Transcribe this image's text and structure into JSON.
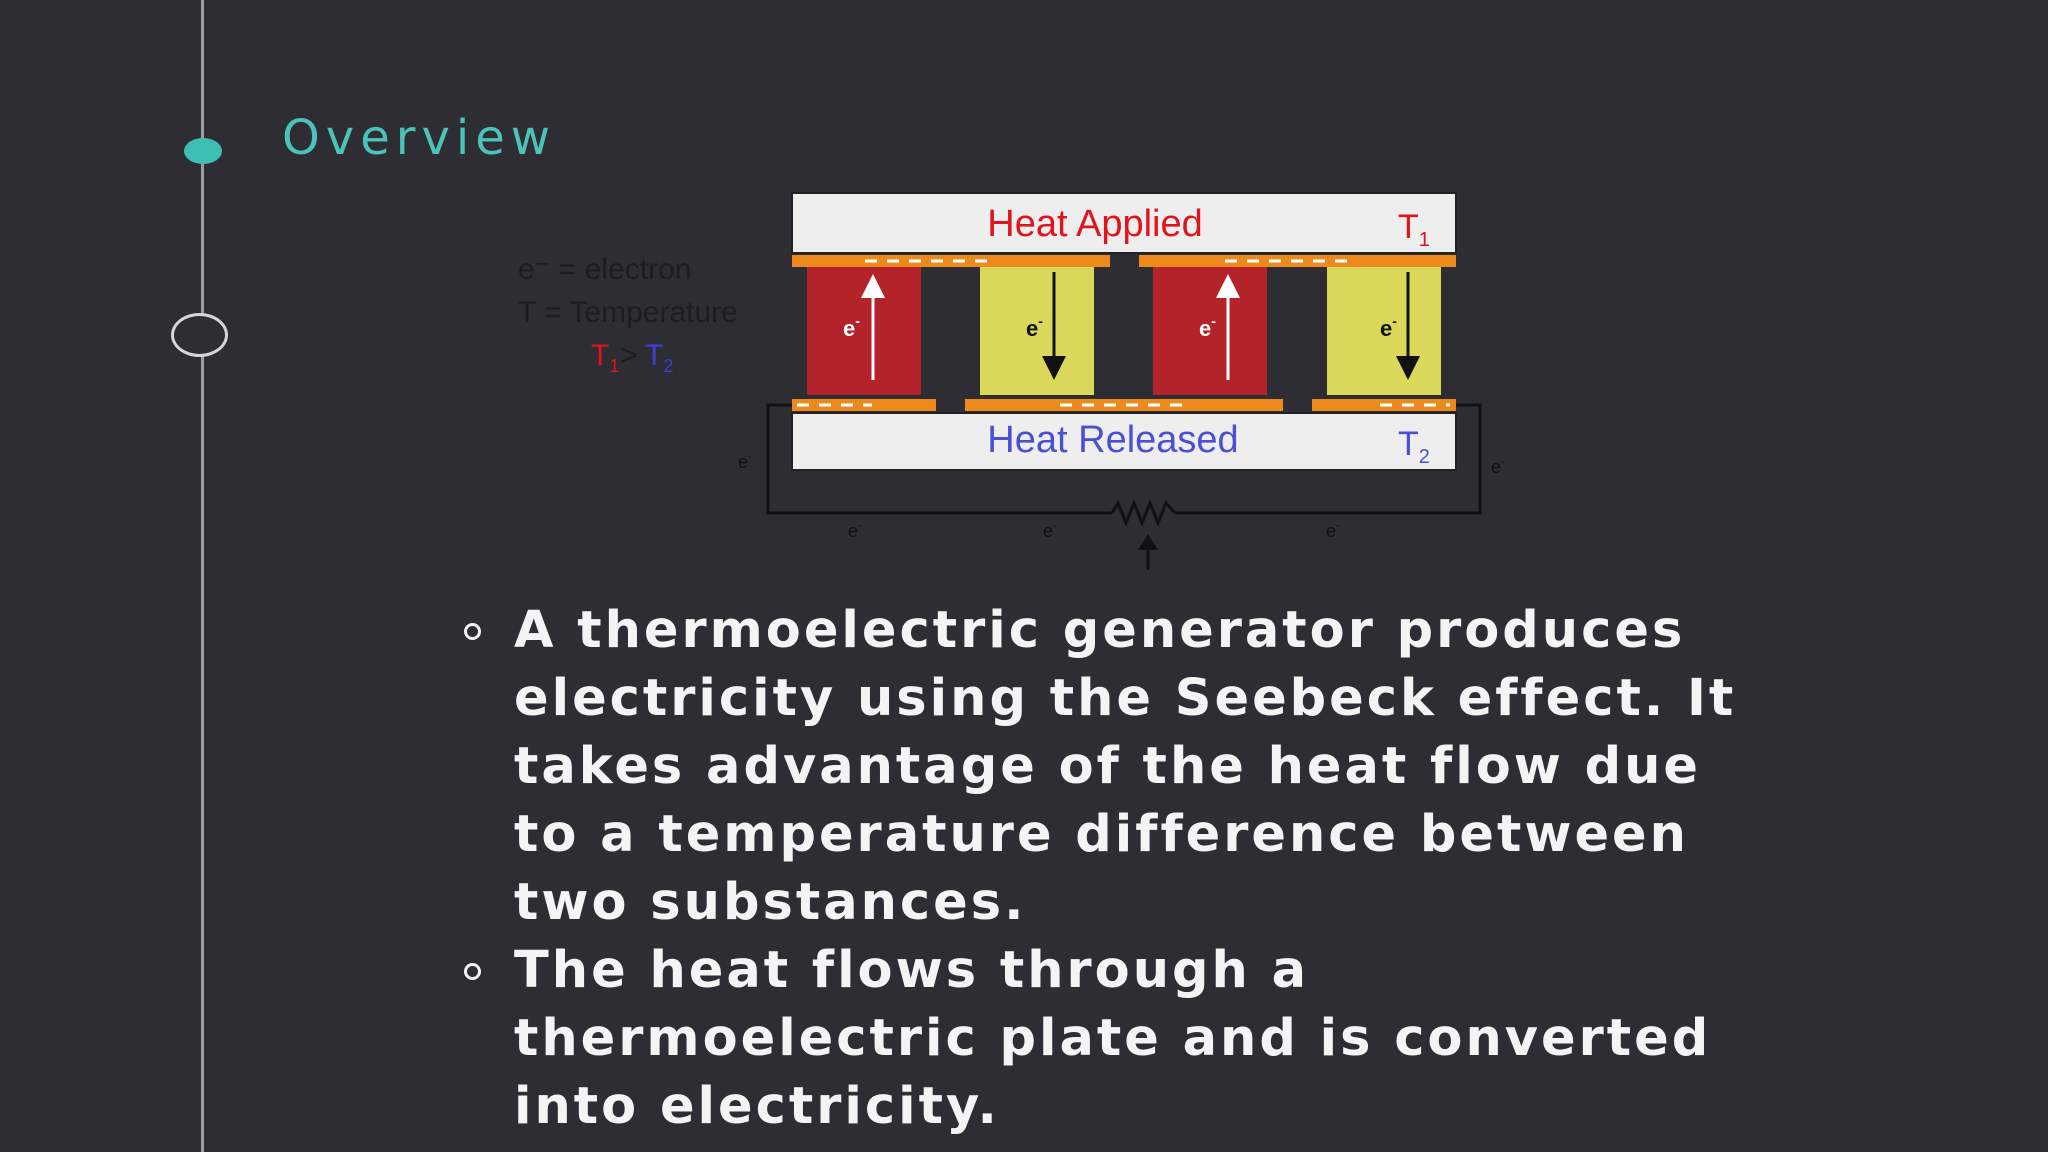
{
  "slide": {
    "title": "Overview"
  },
  "diagram": {
    "hot_plate_label": "Heat Applied",
    "hot_temp_label": "T",
    "hot_temp_sub": "1",
    "cold_plate_label": "Heat Released",
    "cold_temp_label": "T",
    "cold_temp_sub": "2",
    "legend_electron": "e⁻ = electron",
    "legend_temperature": "T = Temperature",
    "legend_relation_t1": "T",
    "legend_relation_t1_sub": "1",
    "legend_relation_gt": ">",
    "legend_relation_t2": "T",
    "legend_relation_t2_sub": "2",
    "electron_symbol": "e",
    "electron_sup": "-",
    "colors": {
      "hot_text": "#e0141c",
      "cold_text": "#4b4fd6",
      "p_type": "#b4232a",
      "n_type": "#dad85a",
      "conductor": "#ee8a1c",
      "plate": "#eeeeee",
      "wire": "#111111"
    }
  },
  "bullets": [
    {
      "text": "A thermoelectric generator produces electricity using the Seebeck effect. It takes advantage of the heat flow due to a temperature difference between two substances."
    },
    {
      "text": "The heat flows through a thermoelectric plate and is converted into electricity."
    }
  ]
}
